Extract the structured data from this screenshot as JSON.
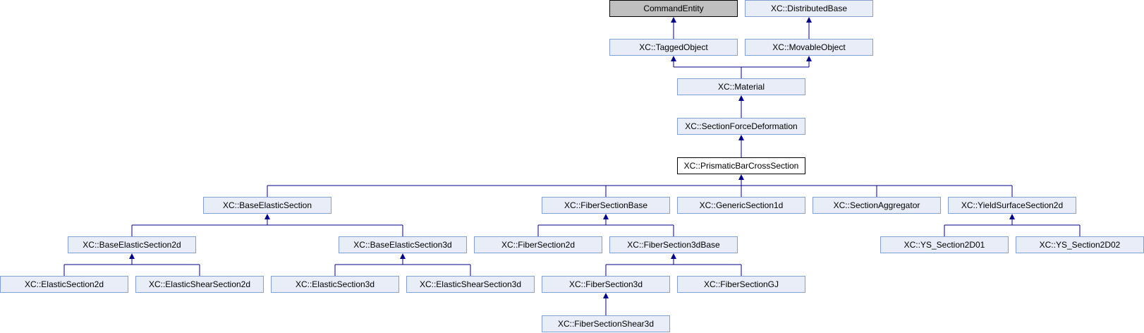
{
  "diagram": {
    "colors": {
      "edge": "#000080",
      "node_fill": "#e8edf7",
      "node_border": "#84a0d0",
      "current_fill": "#ffffff",
      "external_fill": "#bfbfbf"
    },
    "nodes": {
      "command_entity": "CommandEntity",
      "distributed_base": "XC::DistributedBase",
      "tagged_object": "XC::TaggedObject",
      "movable_object": "XC::MovableObject",
      "material": "XC::Material",
      "section_force_deformation": "XC::SectionForceDeformation",
      "prismatic_bar_cross_section": "XC::PrismaticBarCrossSection",
      "base_elastic_section": "XC::BaseElasticSection",
      "fiber_section_base": "XC::FiberSectionBase",
      "generic_section_1d": "XC::GenericSection1d",
      "section_aggregator": "XC::SectionAggregator",
      "yield_surface_section_2d": "XC::YieldSurfaceSection2d",
      "base_elastic_section_2d": "XC::BaseElasticSection2d",
      "base_elastic_section_3d": "XC::BaseElasticSection3d",
      "fiber_section_2d": "XC::FiberSection2d",
      "fiber_section_3d_base": "XC::FiberSection3dBase",
      "ys_section_2d01": "XC::YS_Section2D01",
      "ys_section_2d02": "XC::YS_Section2D02",
      "elastic_section_2d": "XC::ElasticSection2d",
      "elastic_shear_section_2d": "XC::ElasticShearSection2d",
      "elastic_section_3d": "XC::ElasticSection3d",
      "elastic_shear_section_3d": "XC::ElasticShearSection3d",
      "fiber_section_3d": "XC::FiberSection3d",
      "fiber_section_gj": "XC::FiberSectionGJ",
      "fiber_section_shear_3d": "XC::FiberSectionShear3d"
    }
  }
}
